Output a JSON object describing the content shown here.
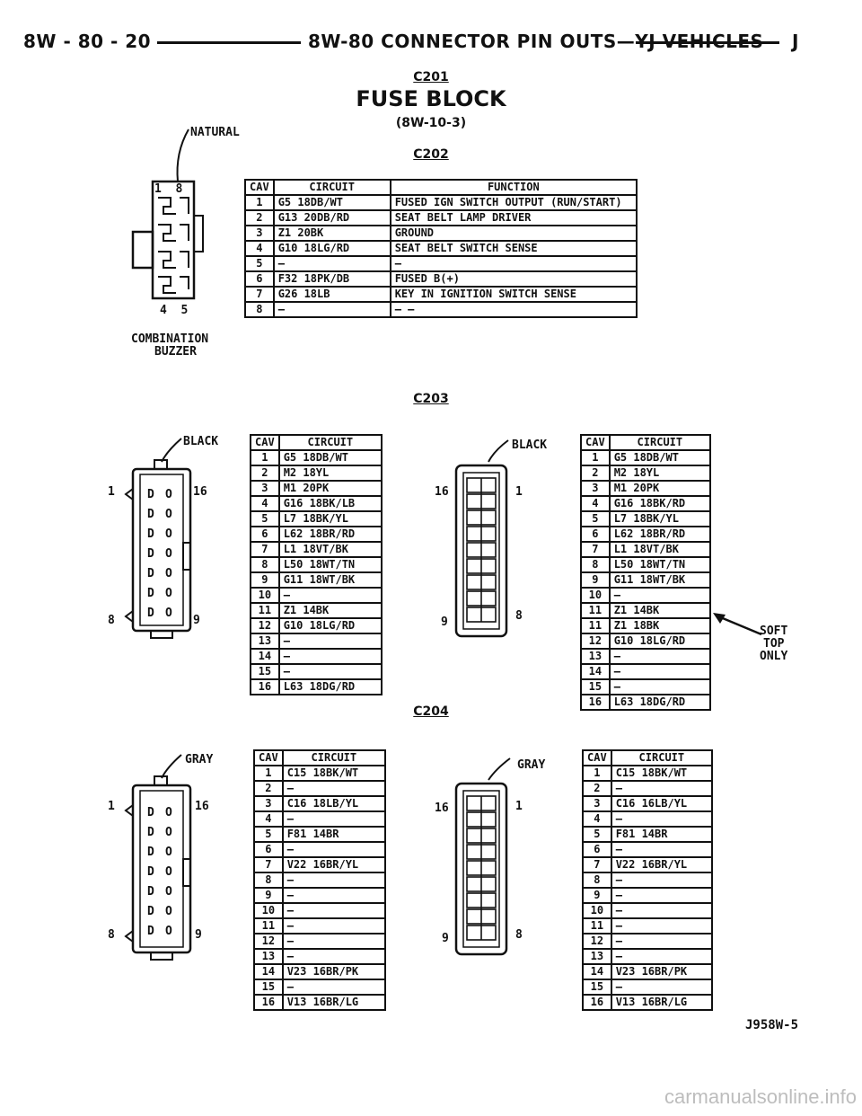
{
  "header": {
    "page_id": "8W - 80 - 20",
    "title": "8W-80 CONNECTOR PIN OUTS—YJ VEHICLES",
    "section": "J"
  },
  "c201": {
    "id": "C201",
    "name": "FUSE BLOCK",
    "ref": "(8W-10-3)"
  },
  "c202": {
    "id": "C202",
    "color": "NATURAL",
    "component": [
      "COMBINATION",
      "BUZZER"
    ],
    "pins_top": "1  8",
    "pins_bottom": "4  5",
    "headers": [
      "CAV",
      "CIRCUIT",
      "FUNCTION"
    ],
    "rows": [
      [
        "1",
        "G5 18DB/WT",
        "FUSED IGN SWITCH OUTPUT (RUN/START)"
      ],
      [
        "2",
        "G13 20DB/RD",
        "SEAT BELT LAMP DRIVER"
      ],
      [
        "3",
        "Z1 20BK",
        "GROUND"
      ],
      [
        "4",
        "G10 18LG/RD",
        "SEAT BELT SWITCH SENSE"
      ],
      [
        "5",
        "—",
        "—"
      ],
      [
        "6",
        "F32 18PK/DB",
        "FUSED B(+)"
      ],
      [
        "7",
        "G26 18LB",
        "KEY  IN IGNITION SWITCH SENSE"
      ],
      [
        "8",
        "—",
        "—  —"
      ]
    ]
  },
  "c203": {
    "id": "C203",
    "left": {
      "color": "BLACK",
      "pin_tl": "1",
      "pin_tr": "16",
      "pin_bl": "8",
      "pin_br": "9",
      "headers": [
        "CAV",
        "CIRCUIT"
      ],
      "rows": [
        [
          "1",
          "G5 18DB/WT"
        ],
        [
          "2",
          "M2 18YL"
        ],
        [
          "3",
          "M1 20PK"
        ],
        [
          "4",
          "G16 18BK/LB"
        ],
        [
          "5",
          "L7 18BK/YL"
        ],
        [
          "6",
          "L62 18BR/RD"
        ],
        [
          "7",
          "L1 18VT/BK"
        ],
        [
          "8",
          "L50 18WT/TN"
        ],
        [
          "9",
          "G11 18WT/BK"
        ],
        [
          "10",
          "—"
        ],
        [
          "11",
          "Z1 14BK"
        ],
        [
          "12",
          "G10 18LG/RD"
        ],
        [
          "13",
          "—"
        ],
        [
          "14",
          "—"
        ],
        [
          "15",
          "—"
        ],
        [
          "16",
          "L63 18DG/RD"
        ]
      ]
    },
    "right": {
      "color": "BLACK",
      "pin_tl": "16",
      "pin_tr": "1",
      "pin_bl": "9",
      "pin_br": "8",
      "headers": [
        "CAV",
        "CIRCUIT"
      ],
      "rows": [
        [
          "1",
          "G5 18DB/WT"
        ],
        [
          "2",
          "M2 18YL"
        ],
        [
          "3",
          "M1 20PK"
        ],
        [
          "4",
          "G16 18BK/RD"
        ],
        [
          "5",
          "L7 18BK/YL"
        ],
        [
          "6",
          "L62 18BR/RD"
        ],
        [
          "7",
          "L1 18VT/BK"
        ],
        [
          "8",
          "L50 18WT/TN"
        ],
        [
          "9",
          "G11 18WT/BK"
        ],
        [
          "10",
          "—"
        ],
        [
          "11",
          "Z1 14BK"
        ],
        [
          "11",
          "Z1 18BK"
        ],
        [
          "12",
          "G10 18LG/RD"
        ],
        [
          "13",
          "—"
        ],
        [
          "14",
          "—"
        ],
        [
          "15",
          "—"
        ],
        [
          "16",
          "L63 18DG/RD"
        ]
      ],
      "note": [
        "SOFT",
        "TOP",
        "ONLY"
      ]
    }
  },
  "c204": {
    "id": "C204",
    "left": {
      "color": "GRAY",
      "pin_tl": "1",
      "pin_tr": "16",
      "pin_bl": "8",
      "pin_br": "9",
      "headers": [
        "CAV",
        "CIRCUIT"
      ],
      "rows": [
        [
          "1",
          "C15 18BK/WT"
        ],
        [
          "2",
          "—"
        ],
        [
          "3",
          "C16 18LB/YL"
        ],
        [
          "4",
          "—"
        ],
        [
          "5",
          "F81 14BR"
        ],
        [
          "6",
          "—"
        ],
        [
          "7",
          "V22 16BR/YL"
        ],
        [
          "8",
          "—"
        ],
        [
          "9",
          "—"
        ],
        [
          "10",
          "—"
        ],
        [
          "11",
          "—"
        ],
        [
          "12",
          "—"
        ],
        [
          "13",
          "—"
        ],
        [
          "14",
          "V23 16BR/PK"
        ],
        [
          "15",
          "—"
        ],
        [
          "16",
          "V13 16BR/LG"
        ]
      ]
    },
    "right": {
      "color": "GRAY",
      "pin_tl": "16",
      "pin_tr": "1",
      "pin_bl": "9",
      "pin_br": "8",
      "headers": [
        "CAV",
        "CIRCUIT"
      ],
      "rows": [
        [
          "1",
          "C15 18BK/WT"
        ],
        [
          "2",
          "—"
        ],
        [
          "3",
          "C16 16LB/YL"
        ],
        [
          "4",
          "—"
        ],
        [
          "5",
          "F81 14BR"
        ],
        [
          "6",
          "—"
        ],
        [
          "7",
          "V22 16BR/YL"
        ],
        [
          "8",
          "—"
        ],
        [
          "9",
          "—"
        ],
        [
          "10",
          "—"
        ],
        [
          "11",
          "—"
        ],
        [
          "12",
          "—"
        ],
        [
          "13",
          "—"
        ],
        [
          "14",
          "V23 16BR/PK"
        ],
        [
          "15",
          "—"
        ],
        [
          "16",
          "V13 16BR/LG"
        ]
      ]
    }
  },
  "figure_code": "J958W-5",
  "watermark": "carmanualsonline.info"
}
